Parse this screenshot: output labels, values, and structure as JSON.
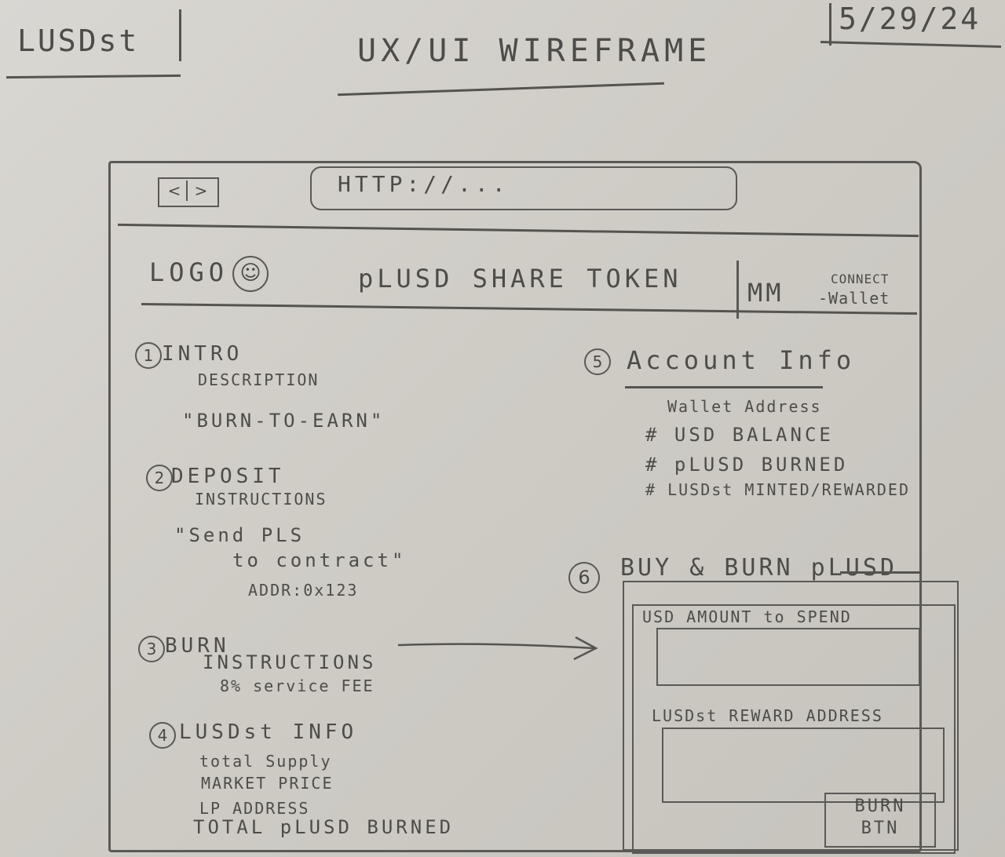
{
  "page": {
    "project": "LUSDst",
    "title": "UX/UI WIREFRAME",
    "date": "5/29/24"
  },
  "browser": {
    "nav_back": "<",
    "nav_forward": ">",
    "url": "HTTP://..."
  },
  "header": {
    "logo": "LOGO",
    "logo_icon": "smiley-icon",
    "title": "pLUSD SHARE TOKEN",
    "wallet_mm": "MM",
    "wallet_connect": "CONNECT",
    "wallet_label": "-Wallet"
  },
  "sections": {
    "intro": {
      "num": "1",
      "heading": "INTRO",
      "line1": "DESCRIPTION",
      "line2": "\"BURN-TO-EARN\""
    },
    "deposit": {
      "num": "2",
      "heading": "DEPOSIT",
      "line1": "INSTRUCTIONS",
      "line2": "\"Send PLS",
      "line3": "to contract\"",
      "line4": "ADDR:0x123"
    },
    "burn": {
      "num": "3",
      "heading": "BURN",
      "line1": "INSTRUCTIONS",
      "line2": "8% service FEE"
    },
    "lusdst_info": {
      "num": "4",
      "heading": "LUSDst INFO",
      "items": [
        "total Supply",
        "MARKET PRICE",
        "LP ADDRESS",
        "TOTAL pLUSD BURNED"
      ]
    },
    "account_info": {
      "num": "5",
      "heading": "Account Info",
      "items": [
        "Wallet Address",
        "# USD BALANCE",
        "# pLUSD BURNED",
        "# LUSDst MINTED/REWARDED"
      ]
    },
    "buy_burn": {
      "num": "6",
      "heading": "BUY & BURN pLUSD",
      "usd_label": "USD AMOUNT to SPEND",
      "reward_label": "LUSDst REWARD ADDRESS",
      "button": "BURN BTN"
    }
  }
}
